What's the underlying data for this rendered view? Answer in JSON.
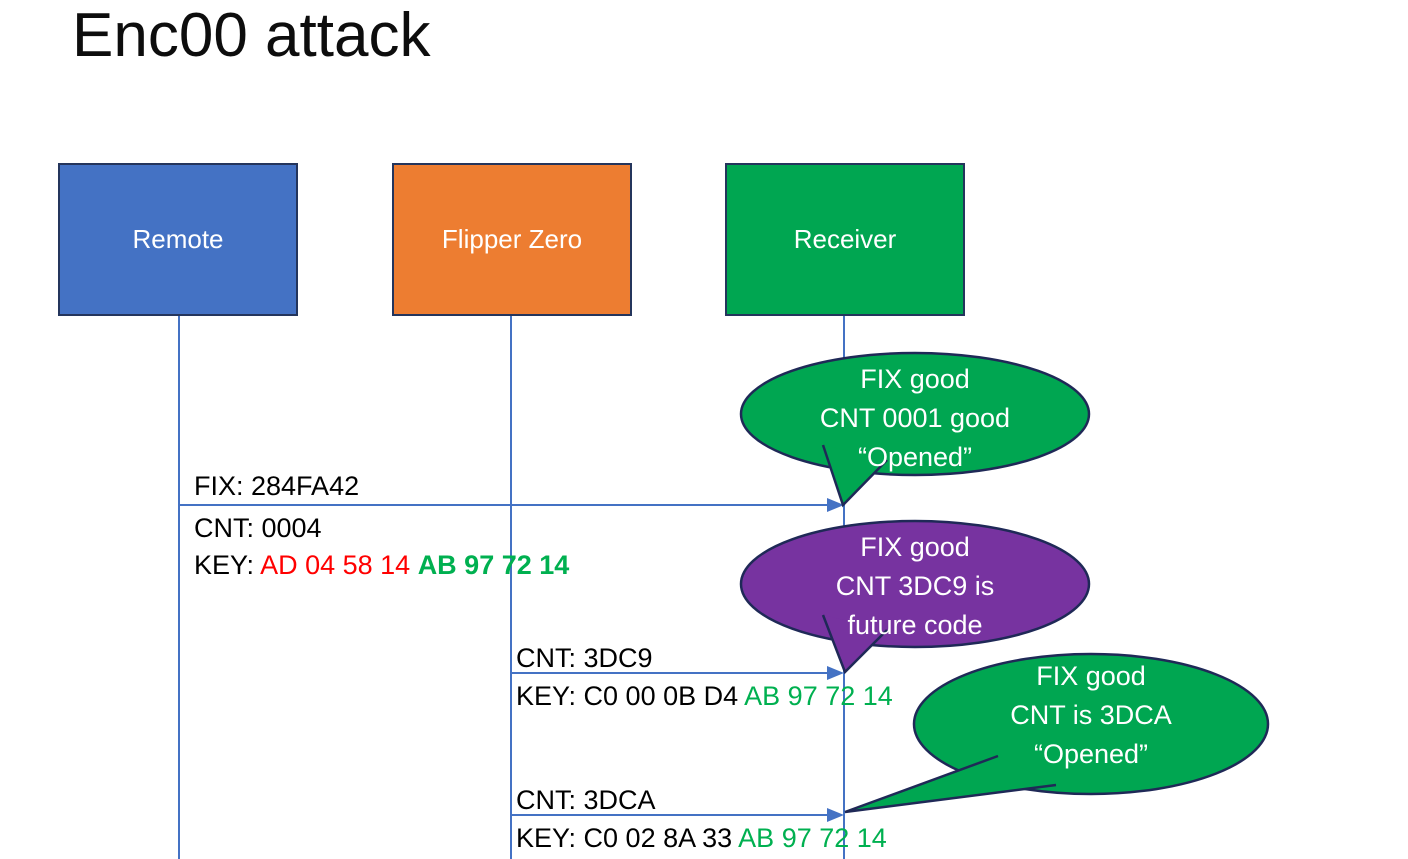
{
  "title": "Enc00 attack",
  "actors": [
    {
      "label": "Remote",
      "color": "#4472C4"
    },
    {
      "label": "Flipper Zero",
      "color": "#ED7D31"
    },
    {
      "label": "Receiver",
      "color": "#00A651"
    }
  ],
  "messages": [
    {
      "fix": "FIX: 284FA42",
      "cnt": "CNT: 0004",
      "key_black": "KEY: ",
      "key_red": "AD 04 58 14 ",
      "key_green": "AB 97 72 14"
    },
    {
      "cnt": "CNT: 3DC9",
      "key_black": "KEY: C0 00 0B D4 ",
      "key_green": "AB 97 72 14"
    },
    {
      "cnt": "CNT: 3DCA",
      "key_black": "KEY: C0 02 8A 33 ",
      "key_green": "AB 97 72 14"
    }
  ],
  "callouts": [
    {
      "fill": "#00A651",
      "lines": [
        "FIX good",
        "CNT 0001 good",
        "“Opened”"
      ]
    },
    {
      "fill": "#7733A0",
      "lines": [
        "FIX good",
        "CNT 3DC9 is",
        "future code"
      ]
    },
    {
      "fill": "#00A651",
      "lines": [
        "FIX good",
        "CNT is 3DCA",
        "“Opened”"
      ]
    }
  ],
  "colors": {
    "connector": "#4472C4",
    "key_red": "#FF0000",
    "key_green": "#00B050",
    "shape_border": "#1F2957"
  }
}
